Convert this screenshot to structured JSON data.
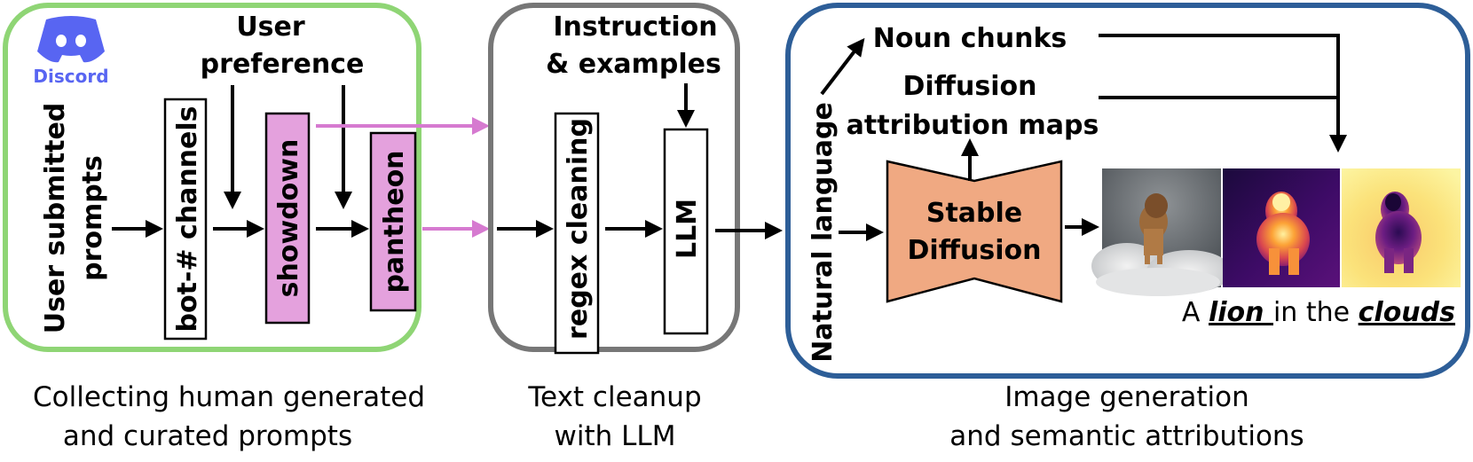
{
  "discord": {
    "label": "Discord",
    "icon": "discord-logo-icon",
    "color": "#5865f2"
  },
  "section1": {
    "caption_line1": "Collecting human generated",
    "caption_line2": "and curated prompts",
    "user_preference_line1": "User",
    "user_preference_line2": "preference",
    "input_line1": "User submitted",
    "input_line2": "prompts",
    "box_bot": "bot-# channels",
    "box_showdown": "showdown",
    "box_pantheon": "pantheon",
    "border_color": "#8fd575",
    "highlight_color": "#e4a1dd"
  },
  "section2": {
    "caption_line1": "Text cleanup",
    "caption_line2": "with LLM",
    "instruction_line1": "Instruction",
    "instruction_line2": "& examples",
    "box_regex": "regex cleaning",
    "box_llm": "LLM",
    "border_color": "#777777"
  },
  "section3": {
    "caption_line1": "Image generation",
    "caption_line2": "and semantic attributions",
    "natural_language": "Natural language",
    "noun_chunks": "Noun chunks",
    "attr_line1": "Diffusion",
    "attr_line2": "attribution maps",
    "sd_line1": "Stable",
    "sd_line2": "Diffusion",
    "prompt_a": "A",
    "prompt_lion": "lion",
    "prompt_in_the": "in the",
    "prompt_clouds": "clouds",
    "border_color": "#2d5e98",
    "sd_color": "#f0a982",
    "images": [
      "lion-in-clouds-photo",
      "lion-attribution-heatmap",
      "clouds-attribution-heatmap"
    ]
  }
}
